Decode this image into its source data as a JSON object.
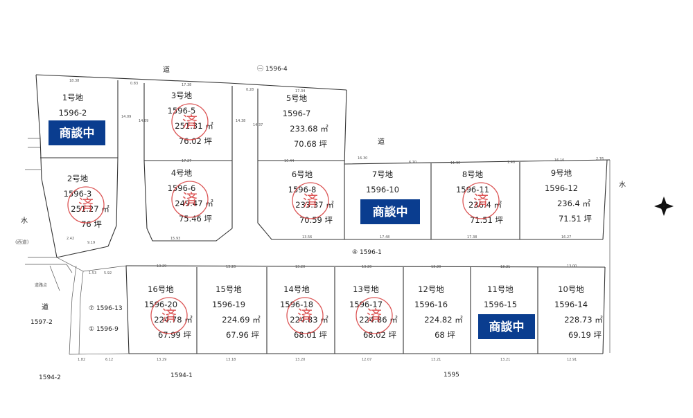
{
  "lots": [
    {
      "id": "1",
      "name": "1号地",
      "parcel": "1596-2",
      "area": "",
      "tsubo": "",
      "status": "negotiating"
    },
    {
      "id": "2",
      "name": "2号地",
      "parcel": "1596-3",
      "area": "251.27 ㎡",
      "tsubo": "76 坪",
      "status": "sold"
    },
    {
      "id": "3",
      "name": "3号地",
      "parcel": "1596-5",
      "area": "251.31 ㎡",
      "tsubo": "76.02 坪",
      "status": "sold"
    },
    {
      "id": "4",
      "name": "4号地",
      "parcel": "1596-6",
      "area": "249.47 ㎡",
      "tsubo": "75.46 坪",
      "status": "sold"
    },
    {
      "id": "5",
      "name": "5号地",
      "parcel": "1596-7",
      "area": "233.68 ㎡",
      "tsubo": "70.68 坪",
      "status": "available"
    },
    {
      "id": "6",
      "name": "6号地",
      "parcel": "1596-8",
      "area": "233.37 ㎡",
      "tsubo": "70.59 坪",
      "status": "sold"
    },
    {
      "id": "7",
      "name": "7号地",
      "parcel": "1596-10",
      "area": "",
      "tsubo": "",
      "status": "negotiating"
    },
    {
      "id": "8",
      "name": "8号地",
      "parcel": "1596-11",
      "area": "236.4 ㎡",
      "tsubo": "71.51 坪",
      "status": "sold"
    },
    {
      "id": "9",
      "name": "9号地",
      "parcel": "1596-12",
      "area": "236.4 ㎡",
      "tsubo": "71.51 坪",
      "status": "available"
    },
    {
      "id": "10",
      "name": "10号地",
      "parcel": "1596-14",
      "area": "228.73 ㎡",
      "tsubo": "69.19 坪",
      "status": "available"
    },
    {
      "id": "11",
      "name": "11号地",
      "parcel": "1596-15",
      "area": "",
      "tsubo": "",
      "status": "negotiating"
    },
    {
      "id": "12",
      "name": "12号地",
      "parcel": "1596-16",
      "area": "224.82 ㎡",
      "tsubo": "68 坪",
      "status": "available"
    },
    {
      "id": "13",
      "name": "13号地",
      "parcel": "1596-17",
      "area": "224.86 ㎡",
      "tsubo": "68.02 坪",
      "status": "sold"
    },
    {
      "id": "14",
      "name": "14号地",
      "parcel": "1596-18",
      "area": "224.83 ㎡",
      "tsubo": "68.01 坪",
      "status": "sold"
    },
    {
      "id": "15",
      "name": "15号地",
      "parcel": "1596-19",
      "area": "224.69 ㎡",
      "tsubo": "67.96 坪",
      "status": "available"
    },
    {
      "id": "16",
      "name": "16号地",
      "parcel": "1596-20",
      "area": "224.78 ㎡",
      "tsubo": "67.99 坪",
      "status": "sold"
    }
  ],
  "labels": {
    "negotiating": "商談中",
    "sold": "済",
    "road": "道",
    "water": "水",
    "left_side": "(西道)",
    "ref_1596_4": "1596-4",
    "ref_1596_4_mark": "㊀",
    "ref_1596_1": "1596-1",
    "ref_1596_1_mark": "④",
    "ref_1596_13": "1596-13",
    "ref_1596_13_mark": "⑦",
    "ref_1596_9": "1596-9",
    "ref_1596_9_mark": "①",
    "ref_1597_2": "1597-2",
    "ref_1594_1": "1594-1",
    "ref_1595": "1595",
    "ref_1594_2": "1594-2",
    "road_point": "道路点"
  },
  "colors": {
    "badge": "#0a3d8f",
    "stamp": "#d63a3a"
  },
  "icons": {
    "north_arrow": "north-arrow-icon"
  }
}
